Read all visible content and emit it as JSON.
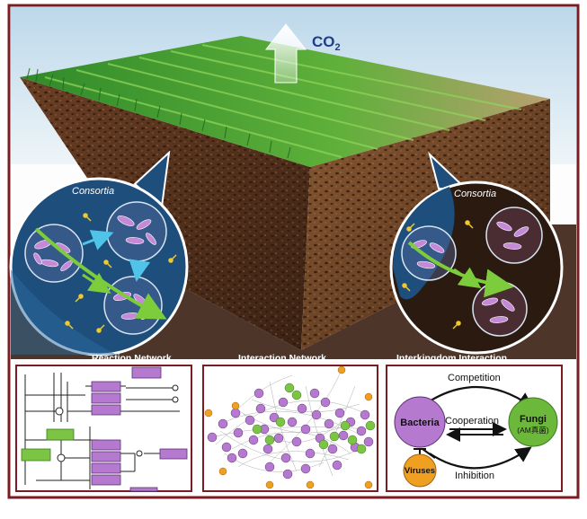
{
  "co2": {
    "base": "CO",
    "sub": "2"
  },
  "consortia_left": "Consortia",
  "consortia_right": "Consortia",
  "panels": {
    "reaction": "Reaction Network",
    "interaction": "Interaction Network",
    "interkingdom": "Interkingdom Interaction"
  },
  "interkingdom": {
    "bacteria": "Bacteria",
    "fungi": "Fungi",
    "fungi_sub": "(AM真菌)",
    "viruses": "Viruses",
    "competition": "Competition",
    "cooperation": "Cooperation",
    "inhibition": "Inhibition"
  },
  "colors": {
    "border": "#7a1c22",
    "bacteria": "#b57ad0",
    "fungi": "#6cb83a",
    "viruses": "#f0a020",
    "water": "#1d4e7c",
    "soil": "#5a3420",
    "grass": "#3e9a2e"
  }
}
